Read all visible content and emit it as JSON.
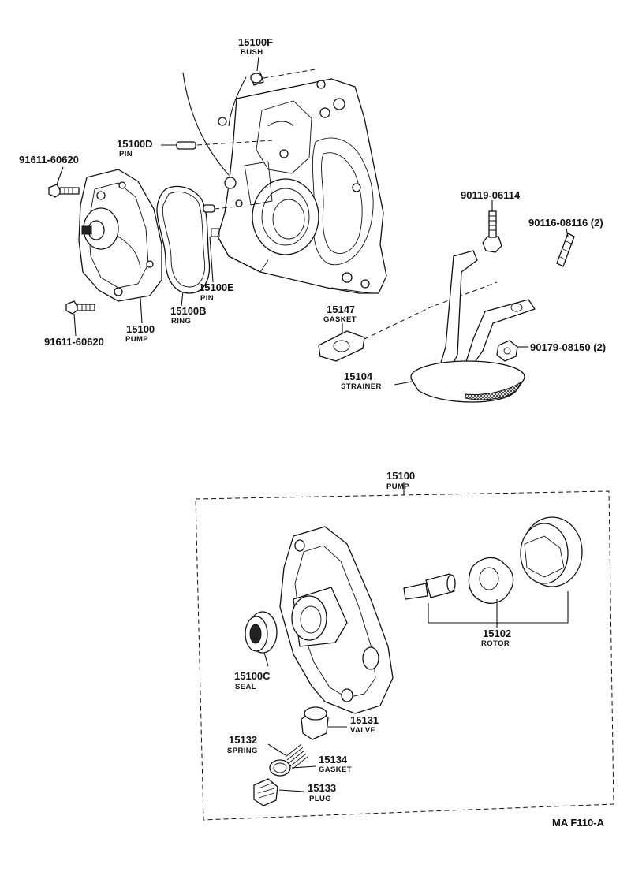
{
  "parts": {
    "bush": {
      "number": "15100F",
      "name": "BUSH"
    },
    "pin_top": {
      "number": "15100D",
      "name": "PIN"
    },
    "bolt_top": {
      "number": "91611-60620"
    },
    "pump_cover": {
      "number": "15100",
      "name": "PUMP"
    },
    "bolt_bottom": {
      "number": "91611-60620"
    },
    "ring": {
      "number": "15100B",
      "name": "RING"
    },
    "pin_bottom": {
      "number": "15100E",
      "name": "PIN"
    },
    "bolt_90119": {
      "number": "90119-06114"
    },
    "stud": {
      "number": "90116-08116 (2)"
    },
    "gasket_15147": {
      "number": "15147",
      "name": "GASKET"
    },
    "nut": {
      "number": "90179-08150 (2)"
    },
    "strainer": {
      "number": "15104",
      "name": "STRAINER"
    }
  },
  "detail": {
    "assembly": {
      "number": "15100",
      "name": "PUMP"
    },
    "rotor": {
      "number": "15102",
      "name": "ROTOR"
    },
    "seal": {
      "number": "15100C",
      "name": "SEAL"
    },
    "valve": {
      "number": "15131",
      "name": "VALVE"
    },
    "spring": {
      "number": "15132",
      "name": "SPRING"
    },
    "gasket": {
      "number": "15134",
      "name": "GASKET"
    },
    "plug": {
      "number": "15133",
      "name": "PLUG"
    }
  },
  "figure_code": "MA F110-A"
}
